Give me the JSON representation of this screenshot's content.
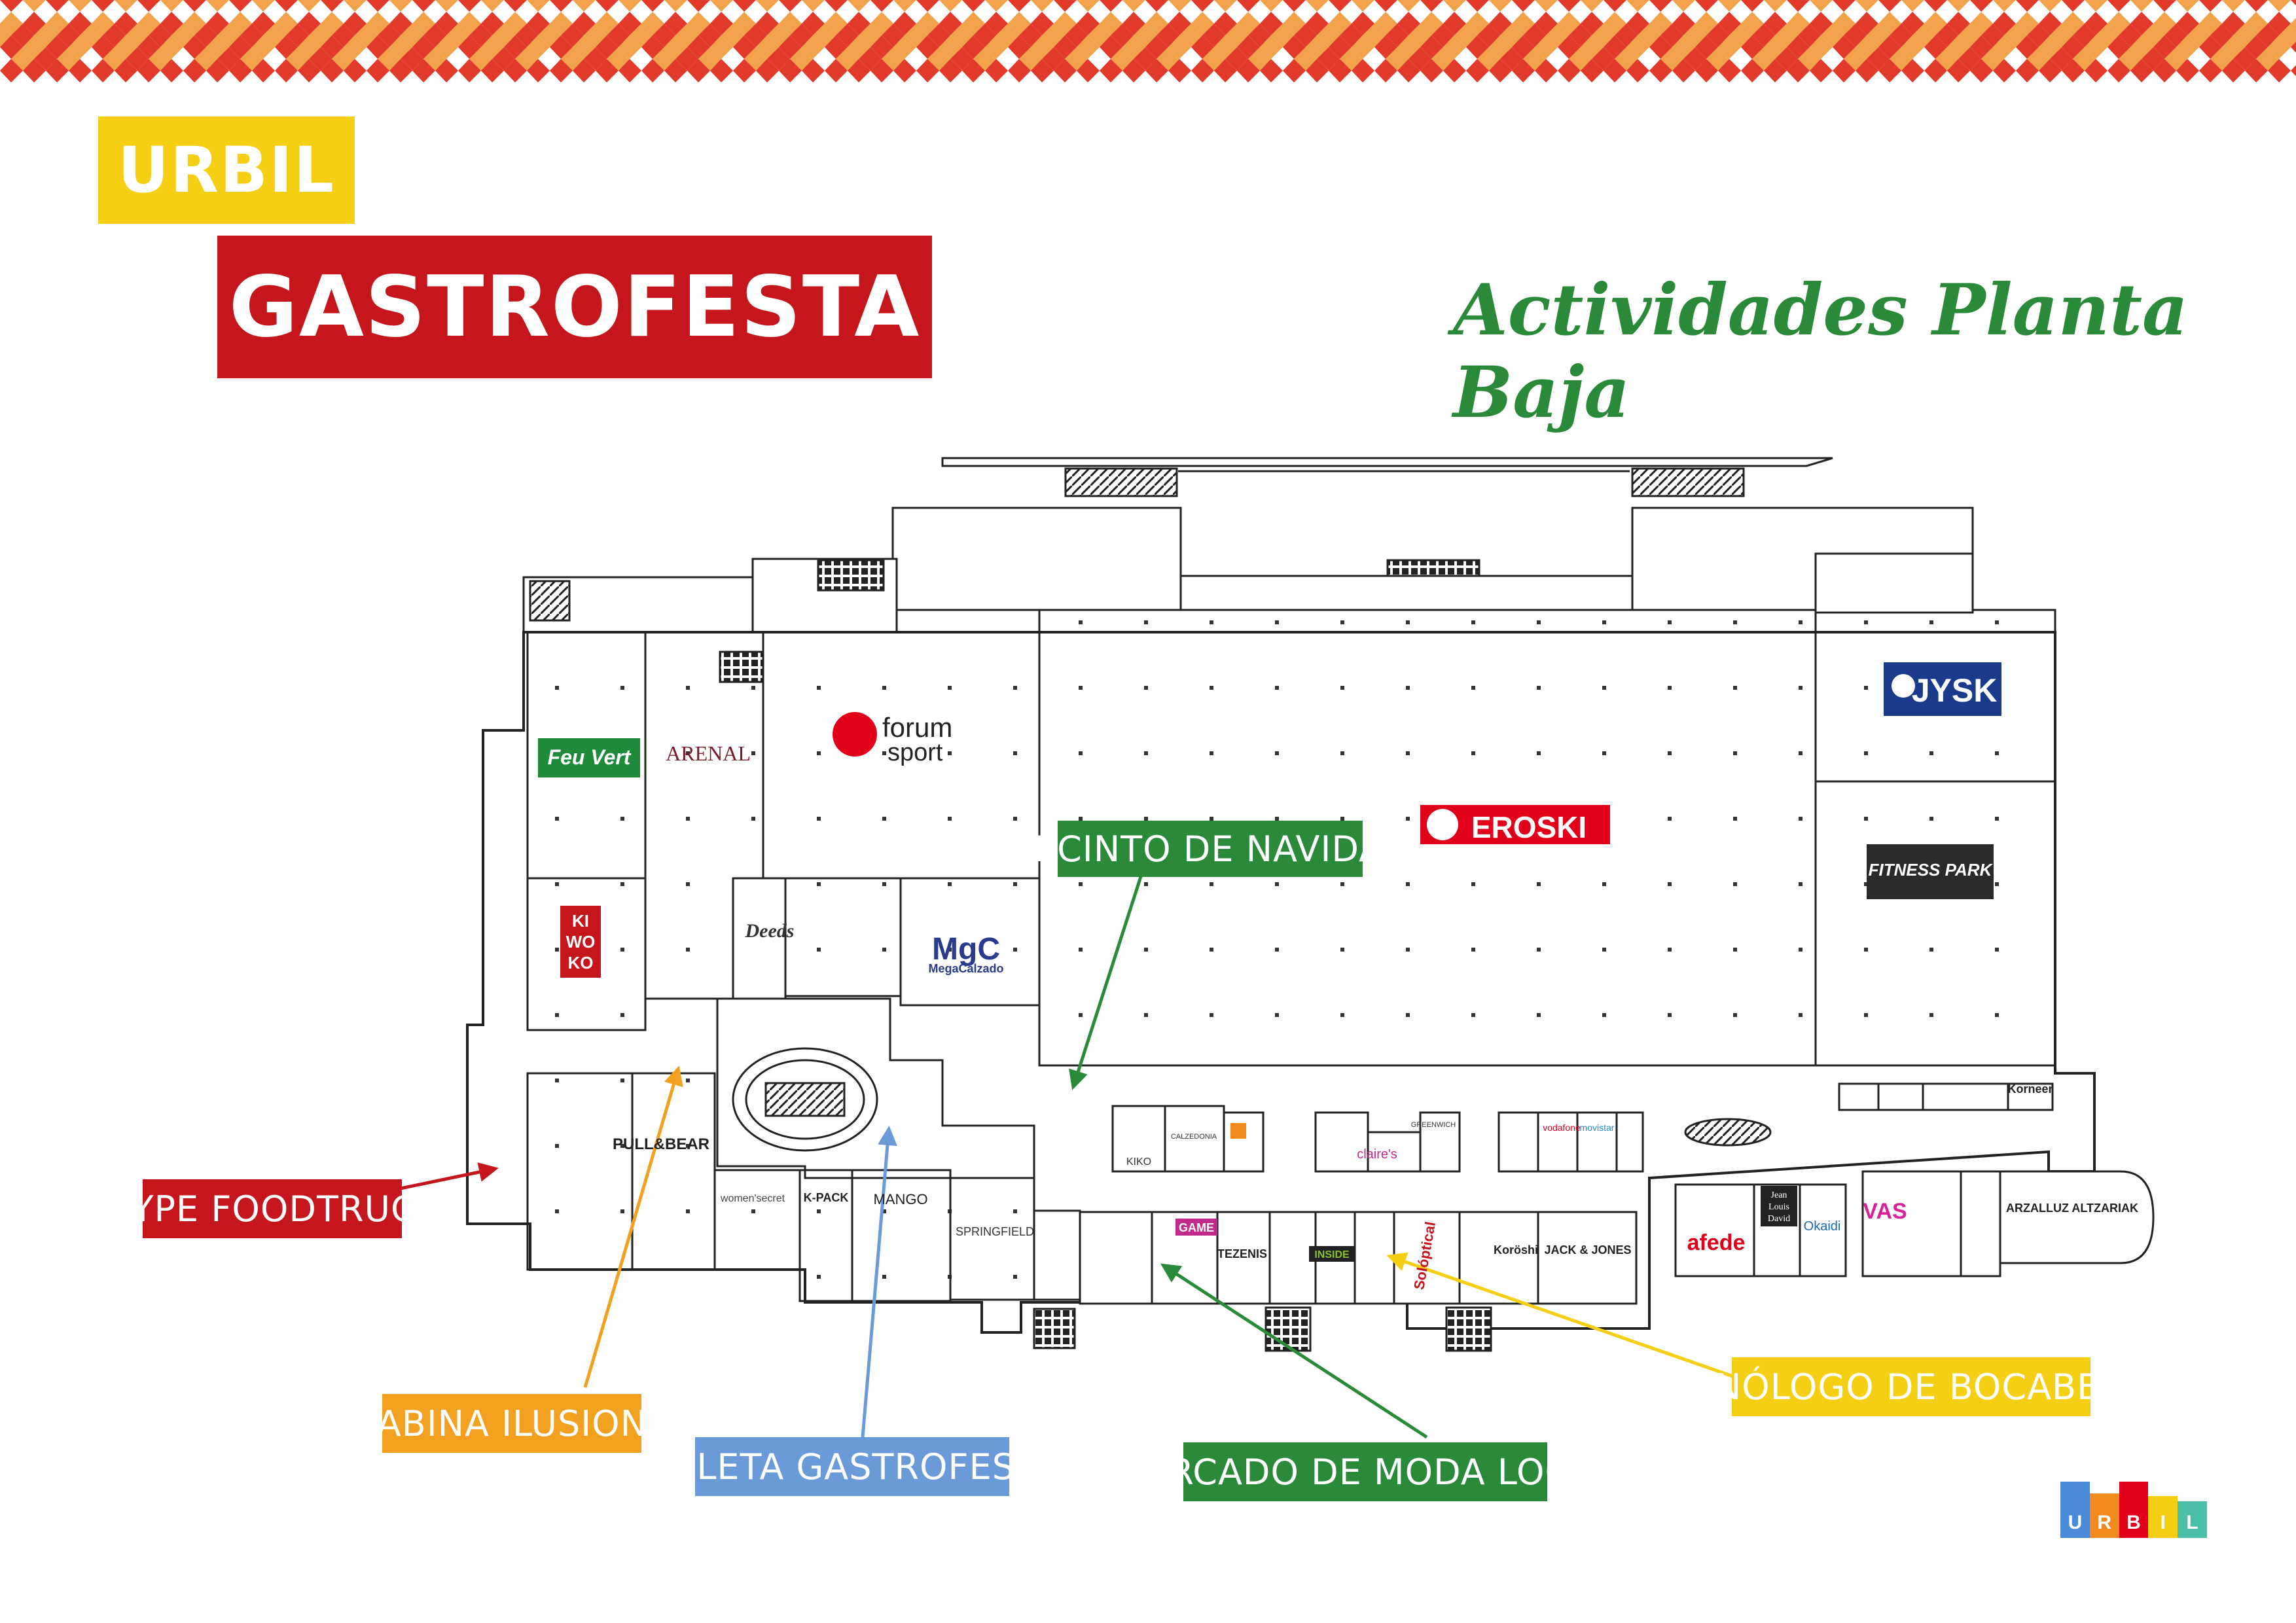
{
  "header": {
    "brand_small": "URBIL",
    "brand_main": "GASTROFESTA",
    "subtitle": "Actividades Planta Baja"
  },
  "colors": {
    "red": "#c4161c",
    "yellow": "#f4cf14",
    "green": "#2a8a3a",
    "orange": "#f2a020",
    "blue": "#6a9ad8",
    "pattern_orange": "#f2a24a"
  },
  "activities": {
    "recinto": "RECINTO DE NAVIDAD",
    "hype": "HYPE FOODTRUCK",
    "cabina": "CABINA ILUSIONA",
    "ruleta": "RULETA GASTROFESTA",
    "mercado": "MERCADO DE MODA LOCAL",
    "monologo": "MONÓLOGO DE BOCABEATS"
  },
  "stores": {
    "jysk": "JYSK",
    "fitness": "FITNESS PARK",
    "eroski": "EROSKI",
    "forum_1": "forum",
    "forum_2": "sport",
    "feuvert": "Feu Vert",
    "arenal": "ARENAL",
    "kiwoko_1": "KI",
    "kiwoko_2": "WO",
    "kiwoko_3": "KO",
    "deeds": "Deeds",
    "megacalzado_1": "MgC",
    "megacalzado_2": "MegaCalzado",
    "pullbear": "PULL&BEAR",
    "womensecret": "women'secret",
    "kpack": "K-PACK",
    "mango": "MANGO",
    "springfield": "SPRINGFIELD",
    "kiko": "KIKO",
    "calzedonia": "CALZEDONIA",
    "claires": "claire's",
    "greenwich": "GREENWICH",
    "vodafone": "vodafone",
    "movistar": "movistar",
    "game": "GAME",
    "tezenis": "TEZENIS",
    "inside": "INSIDE",
    "solo": "Solóptical",
    "koroshi": "Koröshi",
    "jackjones": "JACK & JONES",
    "afede": "afede",
    "jld_1": "Jean",
    "jld_2": "Louis",
    "jld_3": "David",
    "okaidi": "Okaidi",
    "vas": "VAS",
    "arzalluz": "ARZALLUZ ALTZARIAK",
    "korneer": "Korneer"
  },
  "footer_logo": [
    "U",
    "R",
    "B",
    "I",
    "L"
  ]
}
